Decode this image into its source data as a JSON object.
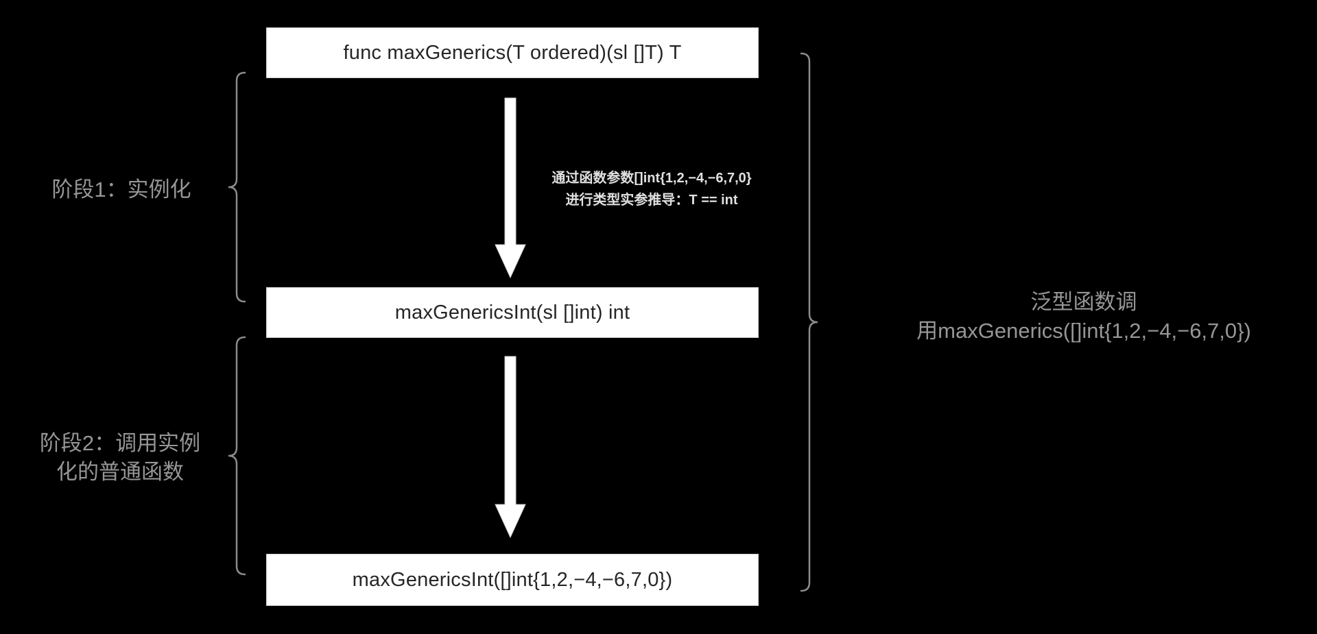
{
  "colors": {
    "background": "#000000",
    "box_background": "#ffffff",
    "box_border": "#cfcfcf",
    "box_text": "#262626",
    "side_label_text": "#969696",
    "annotation_text": "#e0e0e0",
    "bracket_stroke": "#8c8c8c",
    "arrow_fill": "#ffffff"
  },
  "boxes": {
    "generic_function": "func maxGenerics(T ordered)(sl []T) T",
    "instantiated_function": "maxGenericsInt(sl []int) int",
    "function_call": "maxGenericsInt([]int{1,2,−4,−6,7,0})"
  },
  "annotations": {
    "inference_line1": "通过函数参数[]int{1,2,−4,−6,7,0}",
    "inference_line2": "进行类型实参推导：T == int"
  },
  "stages": {
    "stage1_label": "阶段1：实例化",
    "stage2_label_line1": "阶段2：调用实例",
    "stage2_label_line2": "化的普通函数"
  },
  "right_note": {
    "line1": "泛型函数调",
    "line2": "用maxGenerics([]int{1,2,−4,−6,7,0})"
  }
}
